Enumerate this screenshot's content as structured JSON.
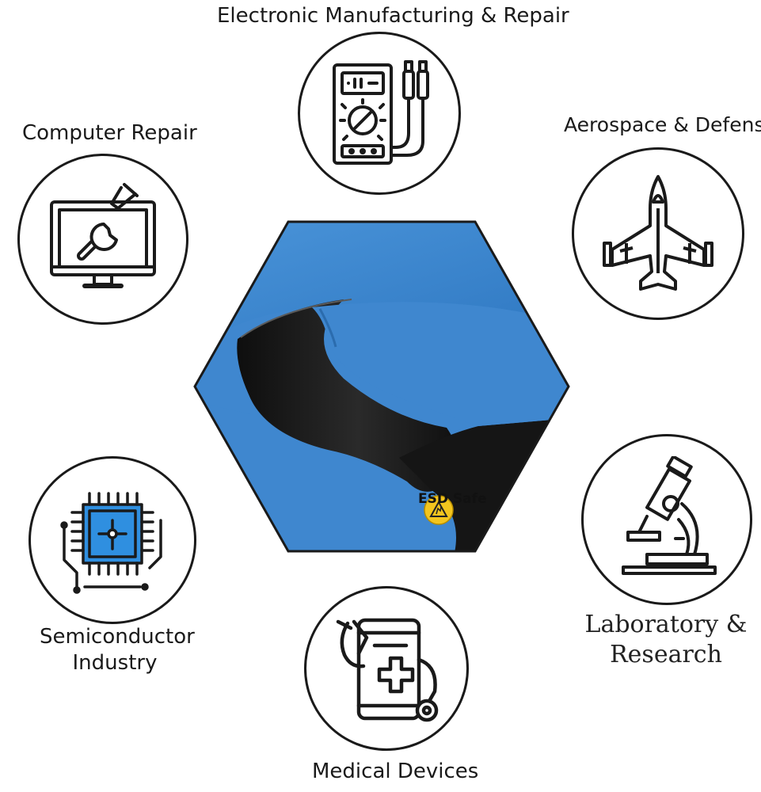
{
  "labels": {
    "electronic": "Electronic Manufacturing & Repair",
    "computer": "Computer Repair",
    "aerospace": "Aerospace & Defense",
    "semiconductor_line1": "Semiconductor",
    "semiconductor_line2": "Industry",
    "laboratory_line1": "Laboratory &",
    "laboratory_line2": "Research",
    "medical": "Medical Devices"
  },
  "badge": {
    "text": "ESD Safe"
  },
  "icons": {
    "electronic": "multimeter-icon",
    "computer": "monitor-wrench-icon",
    "aerospace": "fighter-jet-icon",
    "semiconductor": "chip-icon",
    "laboratory": "microscope-icon",
    "medical": "medical-tablet-icon",
    "badge": "esd-warning-icon"
  },
  "colors": {
    "mat_blue": "#3f87cf",
    "mat_black": "#161616",
    "chip_blue": "#2f8fe0",
    "badge_yellow": "#f3c51e"
  }
}
